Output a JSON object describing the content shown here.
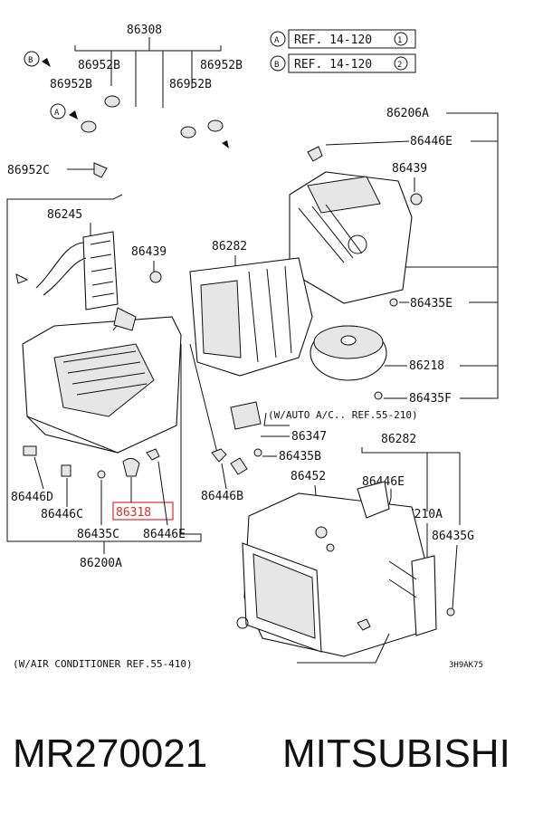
{
  "refs": [
    {
      "letter": "A",
      "text": "REF. 14-120",
      "num": "1"
    },
    {
      "letter": "B",
      "text": "REF. 14-120",
      "num": "2"
    }
  ],
  "labels": {
    "p86308": "86308",
    "p86952B_1": "86952B",
    "p86952B_2": "86952B",
    "p86952B_3": "86952B",
    "p86952B_4": "86952B",
    "p86952C": "86952C",
    "p86206A": "86206A",
    "p86446E_1": "86446E",
    "p86439_1": "86439",
    "p86245": "86245",
    "p86439_2": "86439",
    "p86282_1": "86282",
    "p86435E": "86435E",
    "p86218": "86218",
    "p86435F": "86435F",
    "p86347": "86347",
    "p86435B": "86435B",
    "p86446B": "86446B",
    "p86452": "86452",
    "p86446D": "86446D",
    "p86446C": "86446C",
    "p86318": "86318",
    "p86435C": "86435C",
    "p86446E_2": "86446E",
    "p86200A": "86200A",
    "p86282_2": "86282",
    "p86446E_3": "86446E",
    "p87210A": "87210A",
    "p86435G": "86435G",
    "markA1": "A",
    "markB1": "B"
  },
  "notes": {
    "auto_ac": "(W/AUTO A/C.. REF.55-210)",
    "air_conditioner": "(W/AIR CONDITIONER REF.55-410)",
    "drawing_code": "3H9AK75"
  },
  "footer": {
    "part_number": "MR270021",
    "brand": "MITSUBISHI"
  },
  "colors": {
    "line": "#111111",
    "highlight": "#e02a2a"
  }
}
